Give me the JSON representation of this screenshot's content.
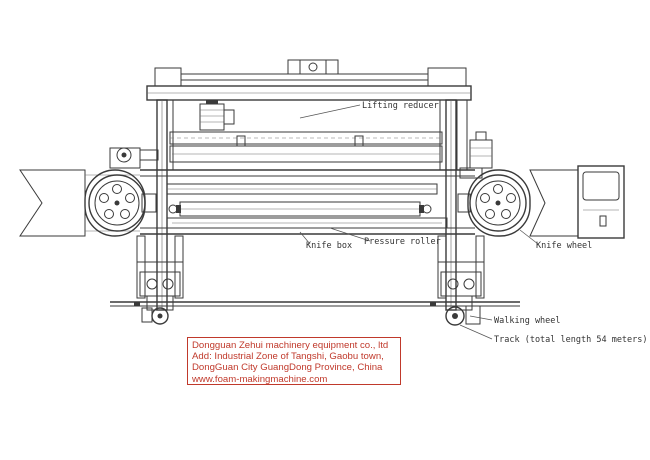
{
  "labels": {
    "lifting_reducer": "Lifting reducer",
    "knife_box": "Knife box",
    "pressure_roller": "Pressure roller",
    "knife_wheel": "Knife wheel",
    "walking_wheel": "Walking wheel",
    "track": "Track (total length 54 meters)"
  },
  "company": {
    "name": "Dongguan Zehui machinery equipment co., ltd",
    "address_line1": "Add: Industrial Zone of Tangshi, Gaobu town,",
    "address_line2": "DongGuan City GuangDong Province, China",
    "website": "www.foam-makingmachine.com"
  },
  "colors": {
    "line": "#3a3a3a",
    "accent_red": "#c0392b"
  }
}
